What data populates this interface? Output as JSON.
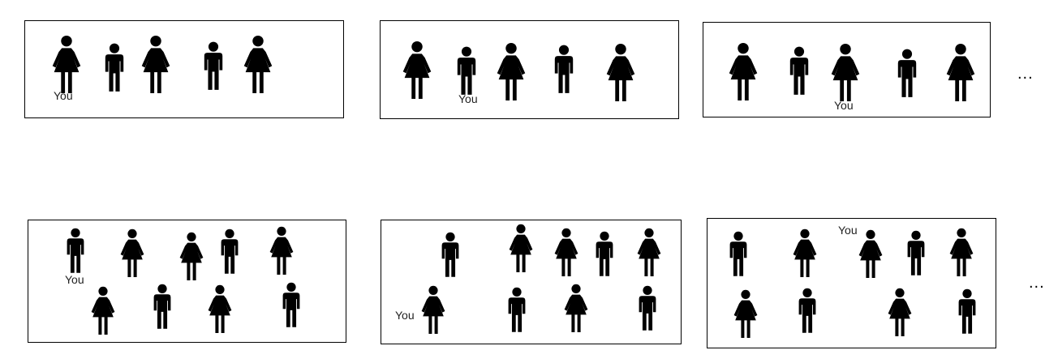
{
  "labels": {
    "you": "You",
    "ellipsis": "..."
  },
  "colors": {
    "figure": "#000000",
    "border": "#000000",
    "background": "#ffffff"
  },
  "rows": [
    {
      "panels": [
        {
          "figures": [
            "woman",
            "man",
            "woman",
            "man",
            "woman"
          ],
          "you_index": 0
        },
        {
          "figures": [
            "woman",
            "man",
            "woman",
            "man",
            "woman"
          ],
          "you_index": 1
        },
        {
          "figures": [
            "woman",
            "man",
            "woman",
            "man",
            "woman"
          ],
          "you_index": 2
        }
      ]
    },
    {
      "panels": [
        {
          "figures": [
            "man",
            "woman",
            "woman",
            "man",
            "woman",
            "woman",
            "man",
            "woman",
            "man"
          ],
          "you_index": 0
        },
        {
          "figures": [
            "man",
            "woman",
            "woman",
            "man",
            "woman",
            "woman",
            "man",
            "woman",
            "man"
          ],
          "you_index": 5
        },
        {
          "figures": [
            "man",
            "woman",
            "woman",
            "man",
            "woman",
            "woman",
            "man",
            "woman",
            "man"
          ],
          "you_index": 2
        }
      ]
    }
  ]
}
